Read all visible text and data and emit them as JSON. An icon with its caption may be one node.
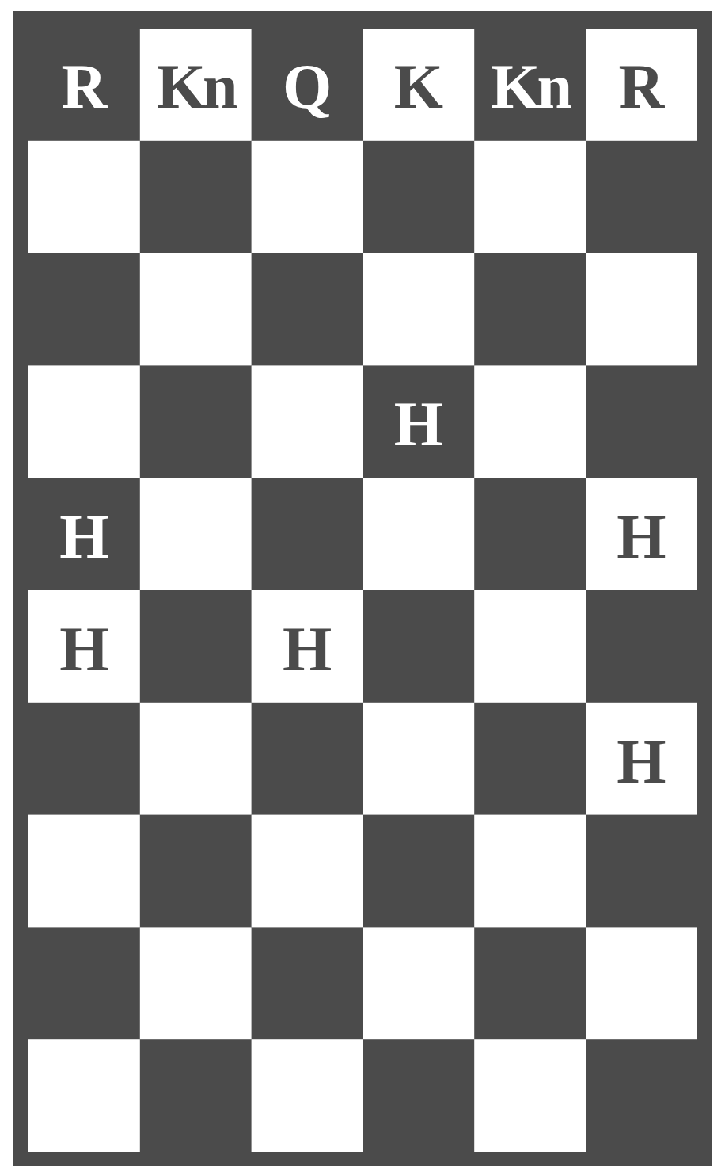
{
  "diagram": {
    "labels": [
      "R",
      "Kn",
      "Q",
      "K",
      "Kn",
      "R",
      "H",
      "H",
      "H",
      "H",
      "H",
      "H"
    ]
  }
}
